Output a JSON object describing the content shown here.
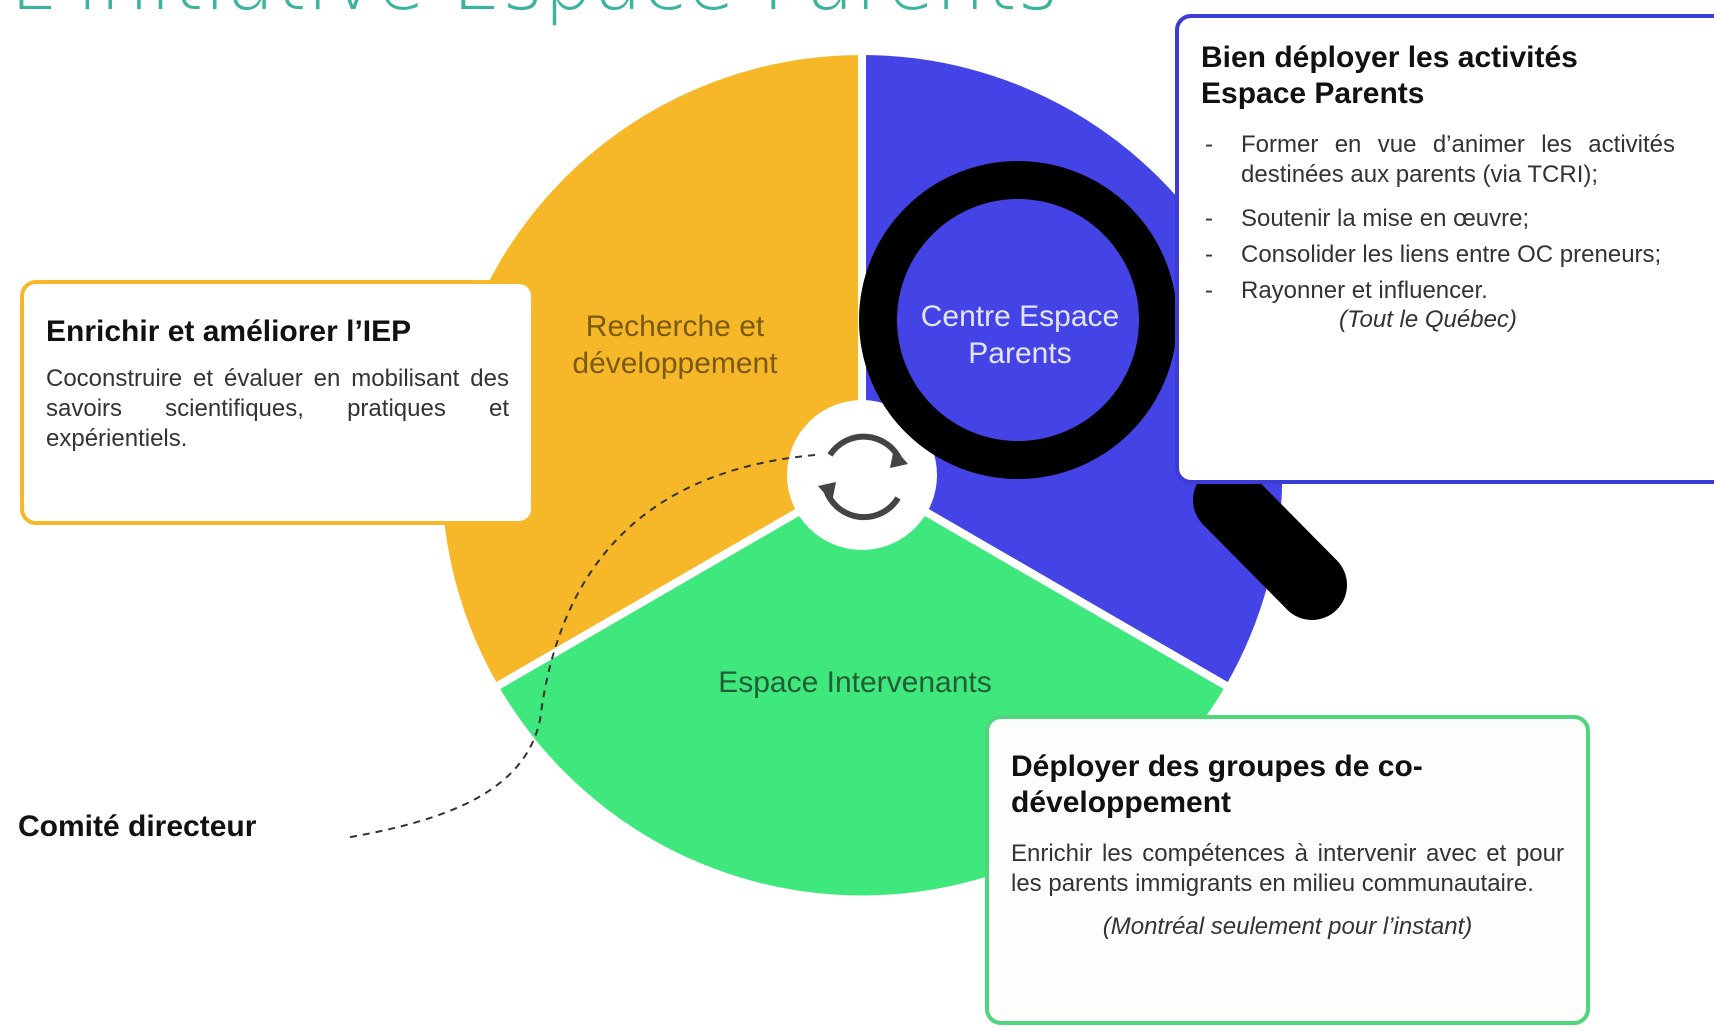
{
  "title": "L'initiative Espace Parents",
  "segments": {
    "recherche": "Recherche et développement",
    "centre": "Centre Espace Parents",
    "intervenants": "Espace Intervenants"
  },
  "colors": {
    "recherche": "#f6b829",
    "centre": "#4444e6",
    "intervenants": "#3ee87c",
    "title": "#3bb49d"
  },
  "box_left": {
    "heading": "Enrichir et améliorer l’IEP",
    "text": "Coconstruire et évaluer en mobilisant des savoirs scientifiques, pratiques et expérientiels."
  },
  "box_right": {
    "heading": "Bien déployer les activités Espace Parents",
    "items": [
      "Former en vue d’animer les activités destinées aux parents (via TCRI);",
      "Soutenir la mise en œuvre;",
      "Consolider les liens entre OC preneurs;",
      "Rayonner et influencer."
    ],
    "note": "(Tout le Québec)"
  },
  "box_bottom": {
    "heading": "Déployer des groupes de co-développement",
    "text": "Enrichir les compétences à intervenir avec et pour les parents immigrants en milieu communautaire.",
    "note": "(Montréal seulement pour l’instant)"
  },
  "comite": "Comité directeur",
  "icons": [
    "cycle-icon",
    "magnifier-icon"
  ]
}
